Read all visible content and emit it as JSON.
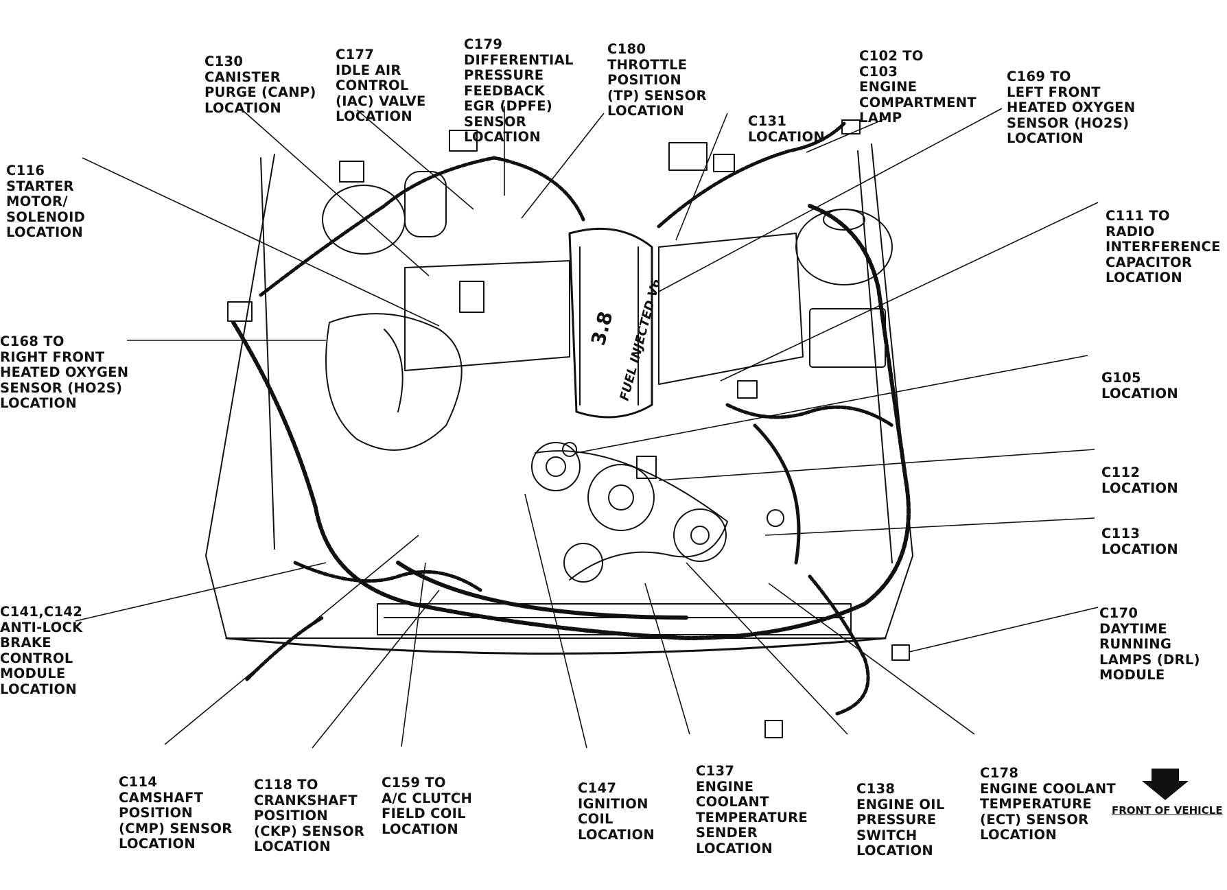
{
  "labels": {
    "c130": [
      "C130",
      "CANISTER",
      "PURGE (CANP)",
      "LOCATION"
    ],
    "c177": [
      "C177",
      "IDLE AIR",
      "CONTROL",
      "(IAC) VALVE",
      "LOCATION"
    ],
    "c179": [
      "C179",
      "DIFFERENTIAL",
      "PRESSURE",
      "FEEDBACK",
      "EGR (DPFE)",
      "SENSOR",
      "LOCATION"
    ],
    "c180": [
      "C180",
      "THROTTLE",
      "POSITION",
      "(TP) SENSOR",
      "LOCATION"
    ],
    "c102": [
      "C102 TO",
      "C103",
      "ENGINE",
      "COMPARTMENT",
      "LAMP"
    ],
    "c169": [
      "C169 TO",
      "LEFT FRONT",
      "HEATED OXYGEN",
      "SENSOR (HO2S)",
      "LOCATION"
    ],
    "c131": [
      "C131",
      "LOCATION"
    ],
    "c116": [
      "C116",
      "STARTER",
      "MOTOR/",
      "SOLENOID",
      "LOCATION"
    ],
    "c111": [
      "C111 TO",
      "RADIO",
      "INTERFERENCE",
      "CAPACITOR",
      "LOCATION"
    ],
    "c168": [
      "C168 TO",
      "RIGHT FRONT",
      "HEATED OXYGEN",
      "SENSOR (HO2S)",
      "LOCATION"
    ],
    "g105": [
      "G105",
      "LOCATION"
    ],
    "c112": [
      "C112",
      "LOCATION"
    ],
    "c113": [
      "C113",
      "LOCATION"
    ],
    "c141": [
      "C141,C142",
      "ANTI-LOCK",
      "BRAKE",
      "CONTROL",
      "MODULE",
      "LOCATION"
    ],
    "c170": [
      "C170",
      "DAYTIME",
      "RUNNING",
      "LAMPS (DRL)",
      "MODULE"
    ],
    "c114": [
      "C114",
      "CAMSHAFT",
      "POSITION",
      "(CMP) SENSOR",
      "LOCATION"
    ],
    "c118": [
      "C118 TO",
      "CRANKSHAFT",
      "POSITION",
      "(CKP) SENSOR",
      "LOCATION"
    ],
    "c159": [
      "C159 TO",
      "A/C CLUTCH",
      "FIELD COIL",
      "LOCATION"
    ],
    "c147": [
      "C147",
      "IGNITION",
      "COIL",
      "LOCATION"
    ],
    "c137": [
      "C137",
      "ENGINE",
      "COOLANT",
      "TEMPERATURE",
      "SENDER",
      "LOCATION"
    ],
    "c138": [
      "C138",
      "ENGINE OIL",
      "PRESSURE",
      "SWITCH",
      "LOCATION"
    ],
    "c178": [
      "C178",
      "ENGINE COOLANT",
      "TEMPERATURE",
      "(ECT) SENSOR",
      "LOCATION"
    ]
  },
  "engine_badge": {
    "line1": "FUEL INJECTED V6",
    "line2": "3.8"
  },
  "front_of_vehicle": "FRONT OF VEHICLE",
  "icons": {
    "direction_arrow": "front-arrow-icon"
  },
  "colors": {
    "ink": "#111111",
    "background": "#ffffff"
  }
}
